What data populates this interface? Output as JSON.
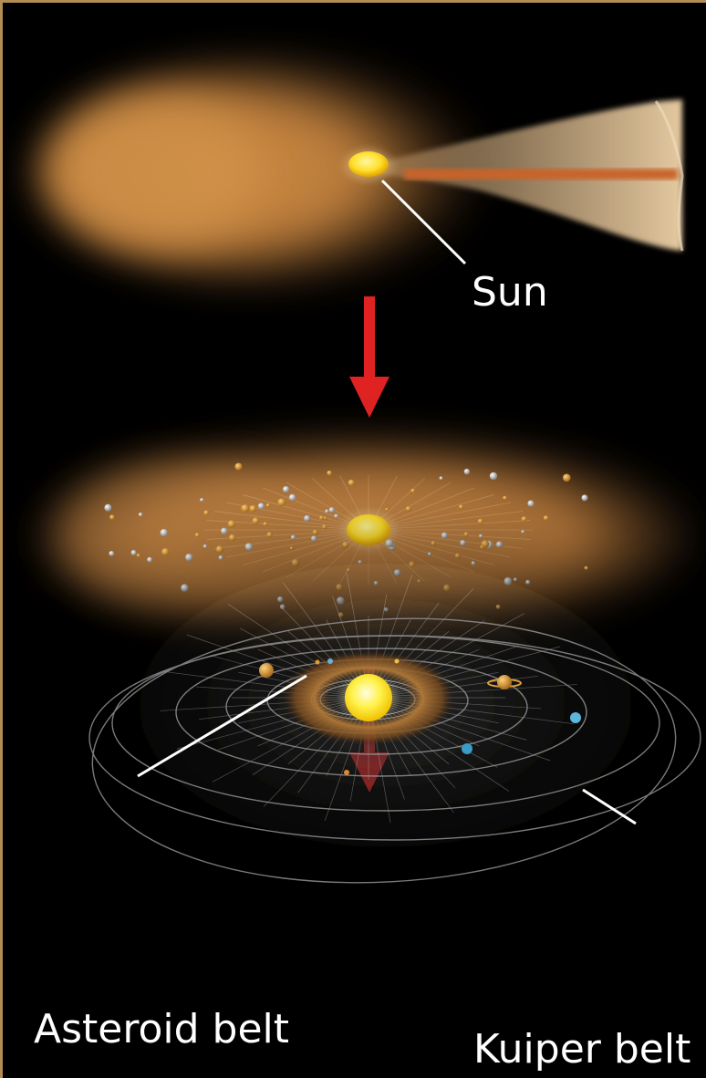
{
  "labels": {
    "sun": "Sun",
    "asteroid_belt": "Asteroid belt",
    "kuiper_belt": "Kuiper belt"
  },
  "colors": {
    "background": "#000000",
    "frame": "#b48a55",
    "nebula": "#c8873e",
    "jet": "#d9b98a",
    "jet_core": "#c8642a",
    "sun": "#ffe53a",
    "arrow": "#e02222",
    "orbit": "#8a8a8a",
    "leader_line": "#ffffff"
  }
}
